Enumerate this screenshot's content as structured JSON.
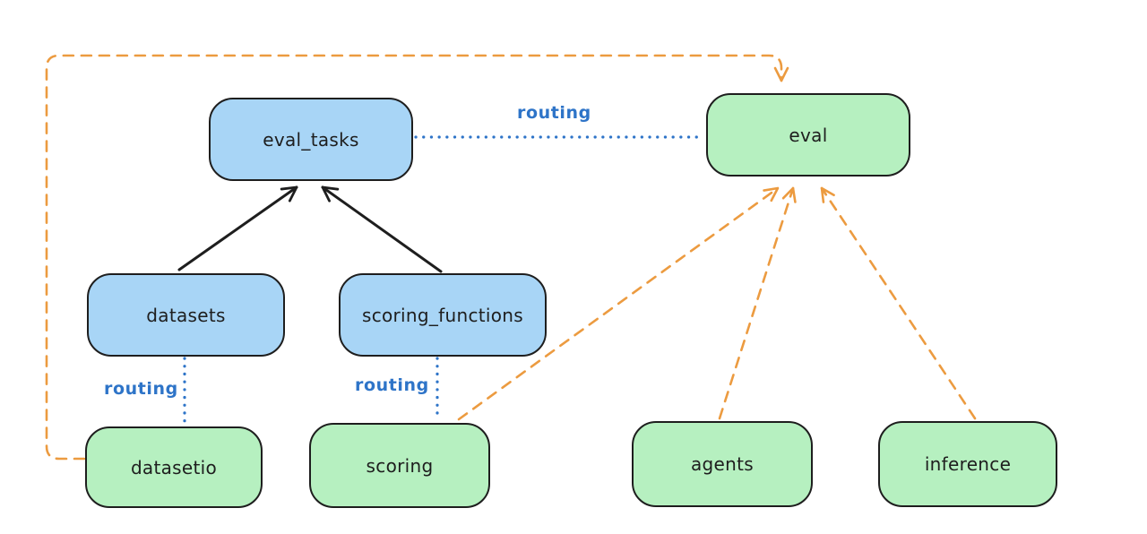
{
  "nodes": {
    "eval_tasks": {
      "label": "eval_tasks"
    },
    "eval": {
      "label": "eval"
    },
    "datasets": {
      "label": "datasets"
    },
    "scoring_functions": {
      "label": "scoring_functions"
    },
    "datasetio": {
      "label": "datasetio"
    },
    "scoring": {
      "label": "scoring"
    },
    "agents": {
      "label": "agents"
    },
    "inference": {
      "label": "inference"
    }
  },
  "edge_labels": {
    "eval_tasks_to_eval": "routing",
    "datasets_to_datasetio": "routing",
    "scoring_functions_to_scoring": "routing"
  },
  "colors": {
    "blue_fill": "#a8d5f6",
    "green_fill": "#b6f0c0",
    "node_stroke": "#1e1e1e",
    "routing_blue": "#2e74c8",
    "dashed_orange": "#ec9b40",
    "arrow_black": "#1e1e1e",
    "background": "#ffffff"
  }
}
